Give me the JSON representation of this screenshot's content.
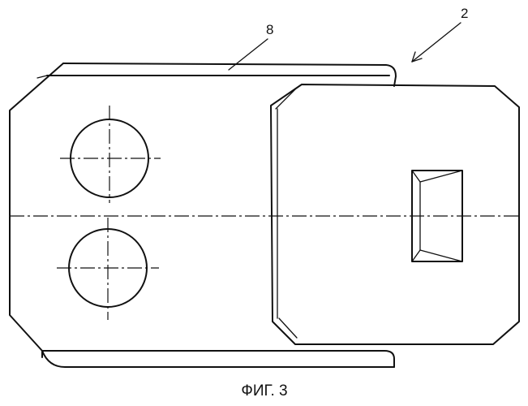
{
  "figure": {
    "caption": "ФИГ. 3",
    "labels": {
      "part_8": "8",
      "part_2": "2"
    }
  }
}
